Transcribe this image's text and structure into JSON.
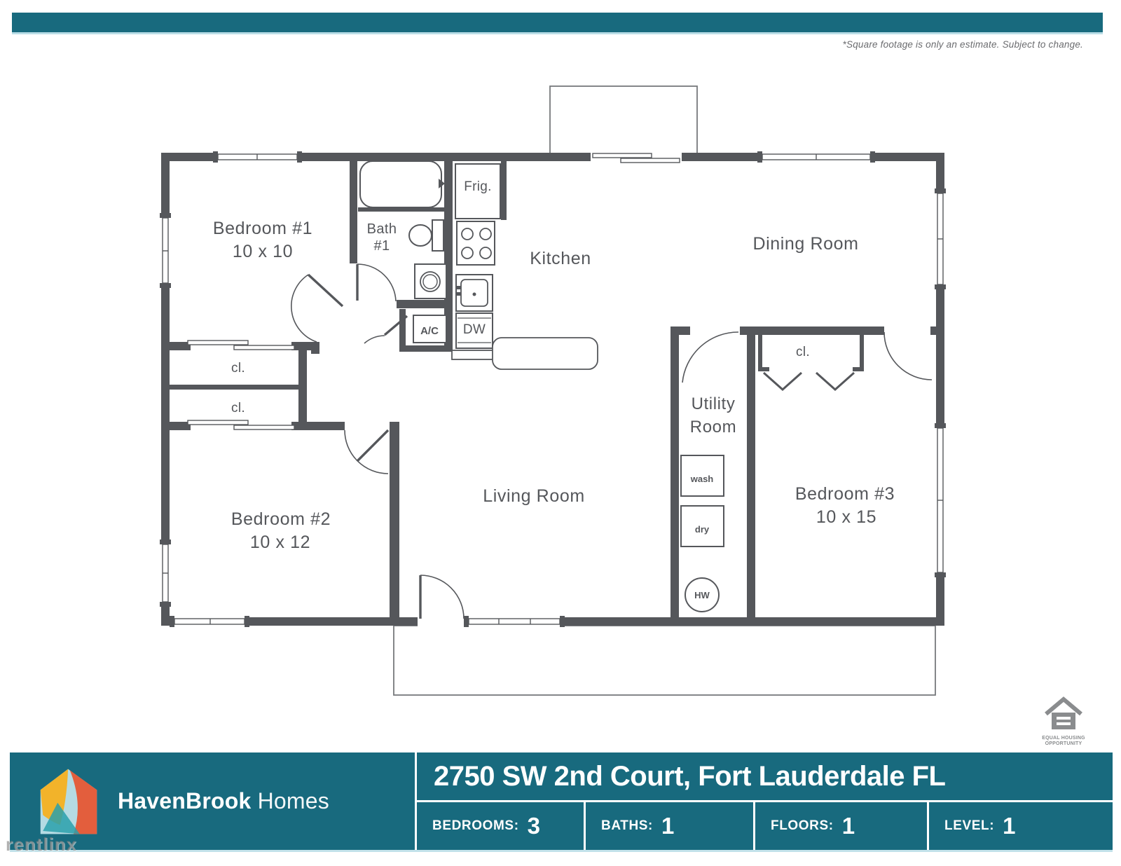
{
  "disclaimer": "*Square footage is only an estimate. Subject to change.",
  "colors": {
    "teal": "#186a7e",
    "wall_gray": "#55575b",
    "light_edge": "#c2e2ea",
    "logo_yellow": "#f2b32a",
    "logo_red": "#e8502a",
    "logo_lightblue": "#b5dbe3",
    "logo_teal": "#2aa0ac",
    "eho_gray": "#8a8c8e"
  },
  "floorplan": {
    "rooms": {
      "bedroom1": {
        "name": "Bedroom #1",
        "dims": "10 x 10"
      },
      "bath1": {
        "line1": "Bath",
        "line2": "#1"
      },
      "kitchen": {
        "name": "Kitchen"
      },
      "dining": {
        "name": "Dining Room"
      },
      "bedroom2": {
        "name": "Bedroom #2",
        "dims": "10 x 12"
      },
      "living": {
        "name": "Living Room"
      },
      "utility": {
        "line1": "Utility",
        "line2": "Room"
      },
      "bedroom3": {
        "name": "Bedroom #3",
        "dims": "10 x 15"
      }
    },
    "fixtures": {
      "frig": "Frig.",
      "ac": "A/C",
      "dw": "DW",
      "wash": "wash",
      "dry": "dry",
      "hw": "HW",
      "closet": "cl."
    }
  },
  "footer": {
    "brand_bold": "HavenBrook",
    "brand_light": "Homes",
    "address": "2750 SW 2nd Court, Fort Lauderdale FL",
    "stats": [
      {
        "label": "BEDROOMS:",
        "value": "3"
      },
      {
        "label": "BATHS:",
        "value": "1"
      },
      {
        "label": "FLOORS:",
        "value": "1"
      },
      {
        "label": "LEVEL:",
        "value": "1"
      }
    ]
  },
  "equal_housing": {
    "line1": "EQUAL HOUSING",
    "line2": "OPPORTUNITY"
  },
  "watermark": "rentlinx"
}
